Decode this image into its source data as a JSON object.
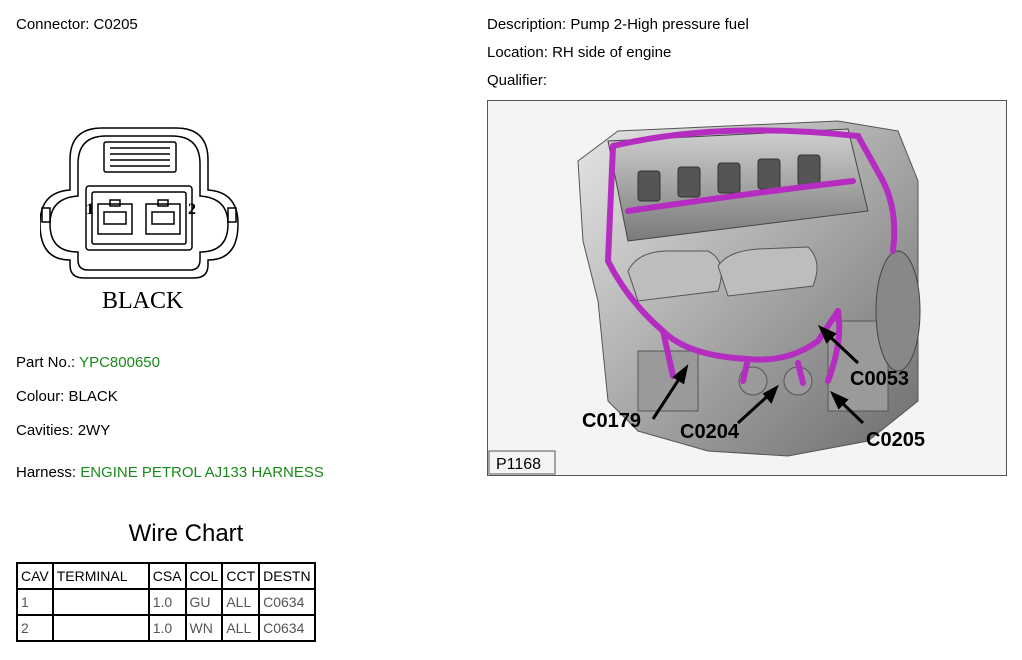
{
  "connector": {
    "label": "Connector:",
    "value": "C0205"
  },
  "description": {
    "label": "Description:",
    "value": "Pump 2-High pressure fuel"
  },
  "location": {
    "label": "Location:",
    "value": "RH side of engine"
  },
  "qualifier": {
    "label": "Qualifier:",
    "value": ""
  },
  "connector_drawing": {
    "color_text": "BLACK",
    "pin_1": "1",
    "pin_2": "2"
  },
  "part_no": {
    "label": "Part No.:",
    "value": "YPC800650",
    "value_color": "#1a8a1a"
  },
  "colour": {
    "label": "Colour:",
    "value": "BLACK"
  },
  "cavities": {
    "label": "Cavities:",
    "value": "2WY"
  },
  "harness": {
    "label": "Harness:",
    "value": "ENGINE PETROL AJ133 HARNESS",
    "value_color": "#1a8a1a"
  },
  "engine_image": {
    "harness_color": "#b42dc0",
    "callouts": [
      "C0053",
      "C0179",
      "C0204",
      "C0205"
    ],
    "figure_id": "P1168"
  },
  "wire_chart": {
    "title": "Wire Chart",
    "headers": [
      "CAV",
      "TERMINAL",
      "CSA",
      "COL",
      "CCT",
      "DESTN"
    ],
    "rows": [
      [
        "1",
        "",
        "1.0",
        "GU",
        "ALL",
        "C0634"
      ],
      [
        "2",
        "",
        "1.0",
        "WN",
        "ALL",
        "C0634"
      ]
    ]
  }
}
